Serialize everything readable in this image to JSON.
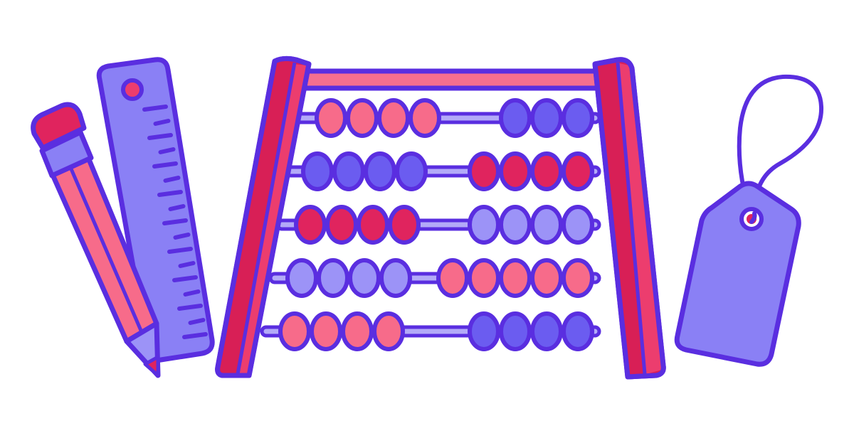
{
  "palette": {
    "outline": "#5a2ee0",
    "pink": "#f76b8a",
    "crimson": "#e0245e",
    "frame_red": "#d81f56",
    "frame_light": "#ec3d6e",
    "blue": "#6b5cf0",
    "periwinkle": "#8a80f5",
    "lavender": "#9c93f7",
    "rod": "#b3aaf8",
    "rail_pink": "#f66f8f",
    "white": "#ffffff"
  },
  "bead_rows": [
    {
      "left": {
        "count": 4,
        "color": "pink"
      },
      "right": {
        "count": 3,
        "color": "blue"
      }
    },
    {
      "left": {
        "count": 4,
        "color": "blue"
      },
      "right": {
        "count": 4,
        "color": "crimson"
      }
    },
    {
      "left": {
        "count": 4,
        "color": "crimson"
      },
      "right": {
        "count": 4,
        "color": "lavender"
      }
    },
    {
      "left": {
        "count": 4,
        "color": "lavender"
      },
      "right": {
        "count": 5,
        "color": "pink"
      }
    },
    {
      "left": {
        "count": 4,
        "color": "pink"
      },
      "right": {
        "count": 4,
        "color": "blue"
      }
    }
  ],
  "icons": [
    "pencil-icon",
    "ruler-icon",
    "abacus-icon",
    "price-tag-icon"
  ]
}
